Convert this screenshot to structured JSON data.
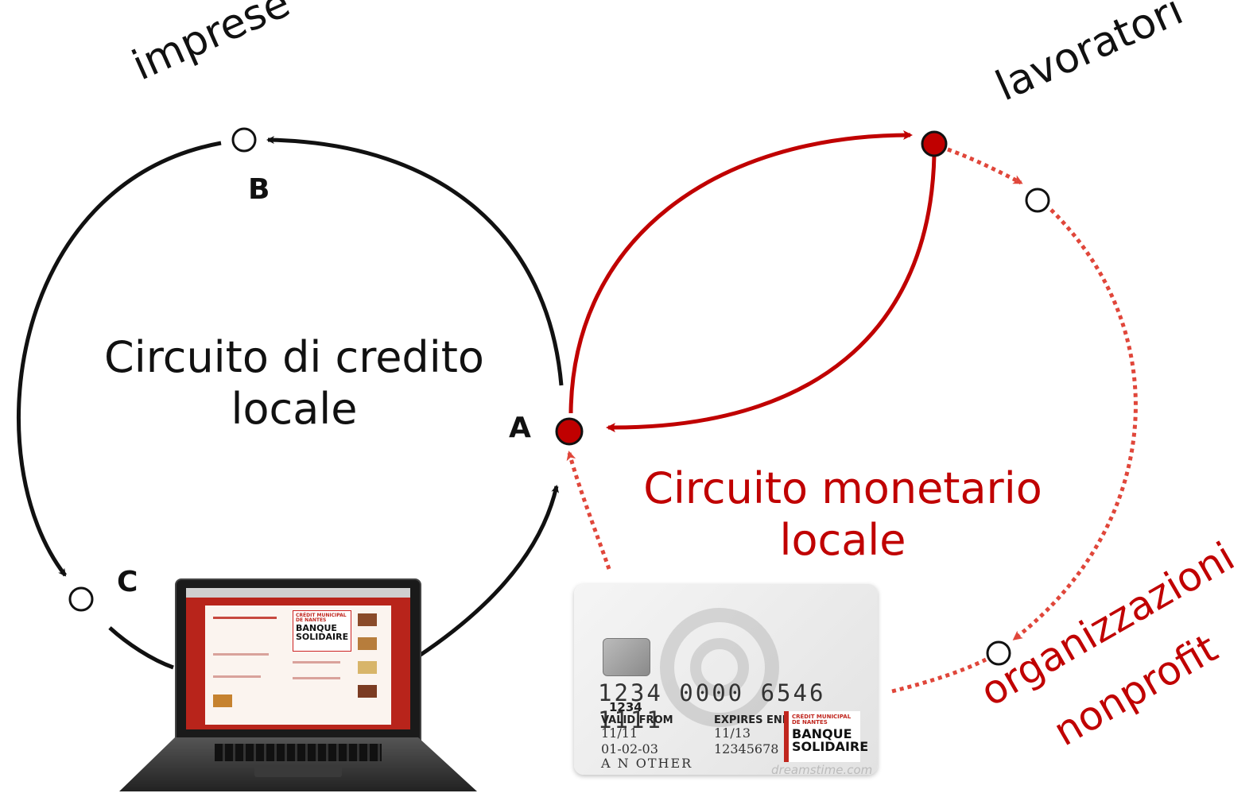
{
  "labels": {
    "imprese": "imprese",
    "lavoratori": "lavoratori",
    "organizzazioni": "organizzazioni",
    "nonprofit": "nonprofit"
  },
  "nodes": {
    "a": "A",
    "b": "B",
    "c": "C"
  },
  "titles": {
    "credit_line1": "Circuito di credito",
    "credit_line2": "locale",
    "money_line1": "Circuito monetario",
    "money_line2": "locale"
  },
  "laptop": {
    "logo_small": "CRÉDIT MUNICIPAL DE NANTES",
    "logo_main": "BANQUE SOLIDAIRE"
  },
  "card": {
    "number": "1234 0000 6546 1111",
    "number_small": "1234",
    "valid_from_label": "VALID FROM",
    "valid_from": "11/11",
    "expires_label": "EXPIRES END",
    "expires": "11/13",
    "code1": "01-02-03",
    "code2": "12345678",
    "holder": "A N OTHER",
    "logo_small": "CRÉDIT MUNICIPAL DE NANTES",
    "logo_main": "BANQUE SOLIDAIRE",
    "watermark": "dreamstime.com"
  },
  "colors": {
    "black": "#111111",
    "red": "#c00000",
    "red_dotted": "#e0463a"
  }
}
